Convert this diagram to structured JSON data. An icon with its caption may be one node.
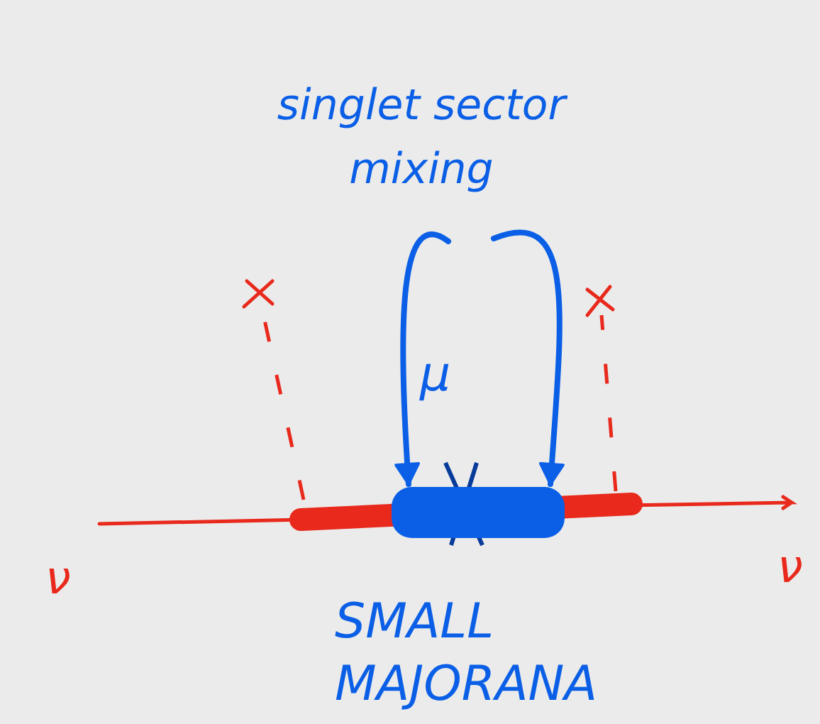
{
  "diagram": {
    "nodes": [
      {
        "text": [
          "singlet sector mixing"
        ]
      },
      {
        "text": [],
        "shape": "bar"
      }
    ],
    "edges": [
      {
        "from": 0,
        "to": 1,
        "arrow": "to"
      },
      {
        "from": 0,
        "to": 1,
        "arrow": "to"
      }
    ],
    "labels": [
      "μ",
      "ν",
      "ν",
      "SMALL MAJORANA"
    ]
  }
}
